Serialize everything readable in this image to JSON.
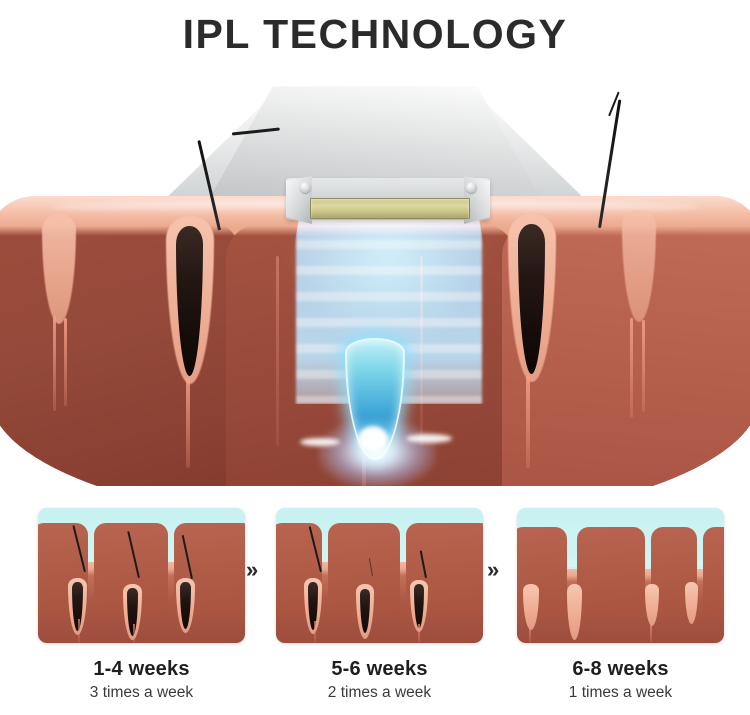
{
  "header": {
    "title": "IPL TECHNOLOGY"
  },
  "hero": {
    "name": "ipl-skin-cross-section-illustration",
    "device_label": "ipl-handpiece",
    "beam_color": "#42c4ea",
    "skin_color_dark": "#8d4536",
    "skin_color_light": "#b55f4d",
    "epidermis_color": "#e9a287",
    "lamp_color": "#ded9a0",
    "glow_color": "#ffffff"
  },
  "stages": {
    "separator": "»",
    "items": [
      {
        "title": "1-4 weeks",
        "subtitle": "3 times a week",
        "state": "full-hair",
        "sky_color": "#c7f2f1",
        "skin_color": "#ad5946"
      },
      {
        "title": "5-6 weeks",
        "subtitle": "2 times a week",
        "state": "thinning-hair",
        "sky_color": "#c7f2f1",
        "skin_color": "#ad5946"
      },
      {
        "title": "6-8 weeks",
        "subtitle": "1 times a week",
        "state": "no-hair",
        "sky_color": "#c7f2f1",
        "skin_color": "#ad5946"
      }
    ]
  }
}
